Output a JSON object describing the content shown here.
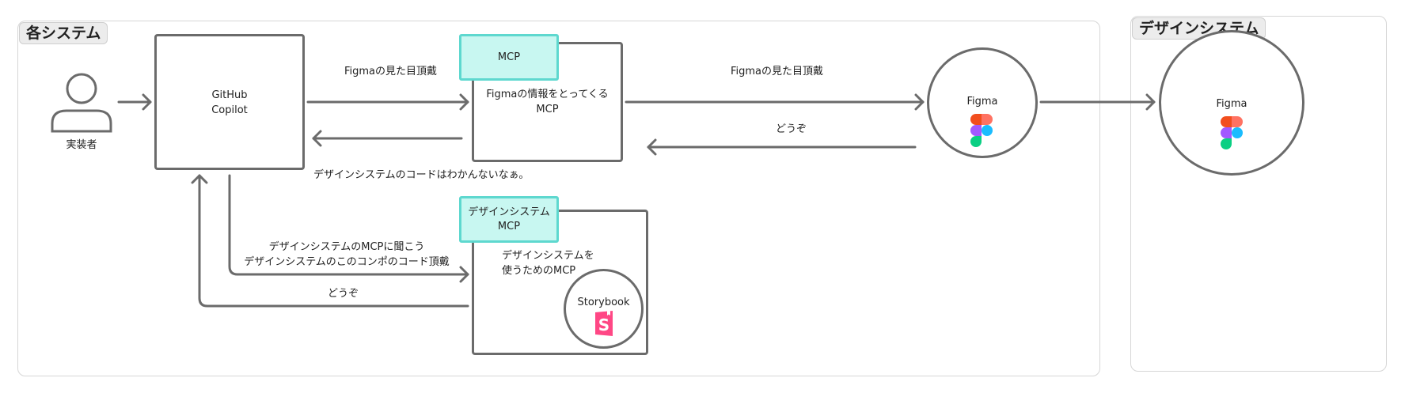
{
  "sections": {
    "left_title": "各システム",
    "right_title": "デザインシステム"
  },
  "actors": {
    "implementer": "実装者"
  },
  "nodes": {
    "copilot_line1": "GitHub",
    "copilot_line2": "Copilot",
    "mcp_tag": "MCP",
    "mcp_desc_line1": "Figmaの情報をとってくる",
    "mcp_desc_line2": "MCP",
    "figma_label": "Figma",
    "figma_right_label": "Figma",
    "ds_mcp_tag_line1": "デザインシステム",
    "ds_mcp_tag_line2": "MCP",
    "ds_mcp_desc_line1": "デザインシステムを",
    "ds_mcp_desc_line2": "使うためのMCP",
    "storybook_label": "Storybook"
  },
  "edges": {
    "copilot_to_mcp": "Figmaの見た目頂戴",
    "mcp_to_figma": "Figmaの見た目頂戴",
    "figma_to_mcp": "どうぞ",
    "copilot_note": "デザインシステムのコードはわかんないなぁ。",
    "copilot_to_ds_line1": "デザインシステムのMCPに聞こう",
    "copilot_to_ds_line2": "デザインシステムのこのコンポのコード頂戴",
    "ds_to_copilot": "どうぞ"
  },
  "colors": {
    "stroke": "#6b6b6b",
    "teal_fill": "#c8f7f1",
    "teal_border": "#5ed8cf",
    "storybook_pink": "#ff4785",
    "figma_red": "#f24e1e",
    "figma_orange": "#ff7262",
    "figma_purple": "#a259ff",
    "figma_blue": "#1abcfe",
    "figma_green": "#0acf83"
  }
}
